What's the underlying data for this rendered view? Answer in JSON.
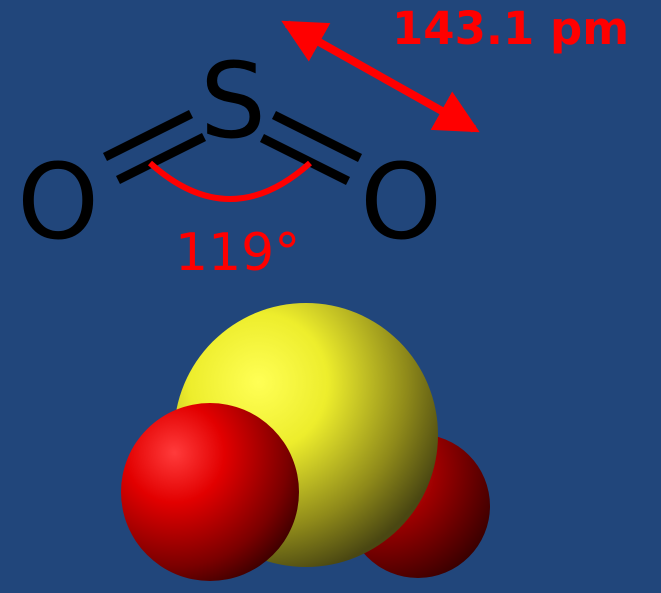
{
  "structure": {
    "atoms": {
      "sulfur": "S",
      "oxygen_left": "O",
      "oxygen_right": "O"
    },
    "bond_length": "143.1 pm",
    "bond_angle": "119°"
  },
  "colors": {
    "background": "#21467b",
    "line": "#000000",
    "annotation": "#ff0000",
    "sulfur_sphere": "#ffff33",
    "oxygen_sphere": "#ff0000"
  },
  "icons": {
    "bond_arrow": "double-headed-arrow",
    "angle_arc": "arc"
  }
}
